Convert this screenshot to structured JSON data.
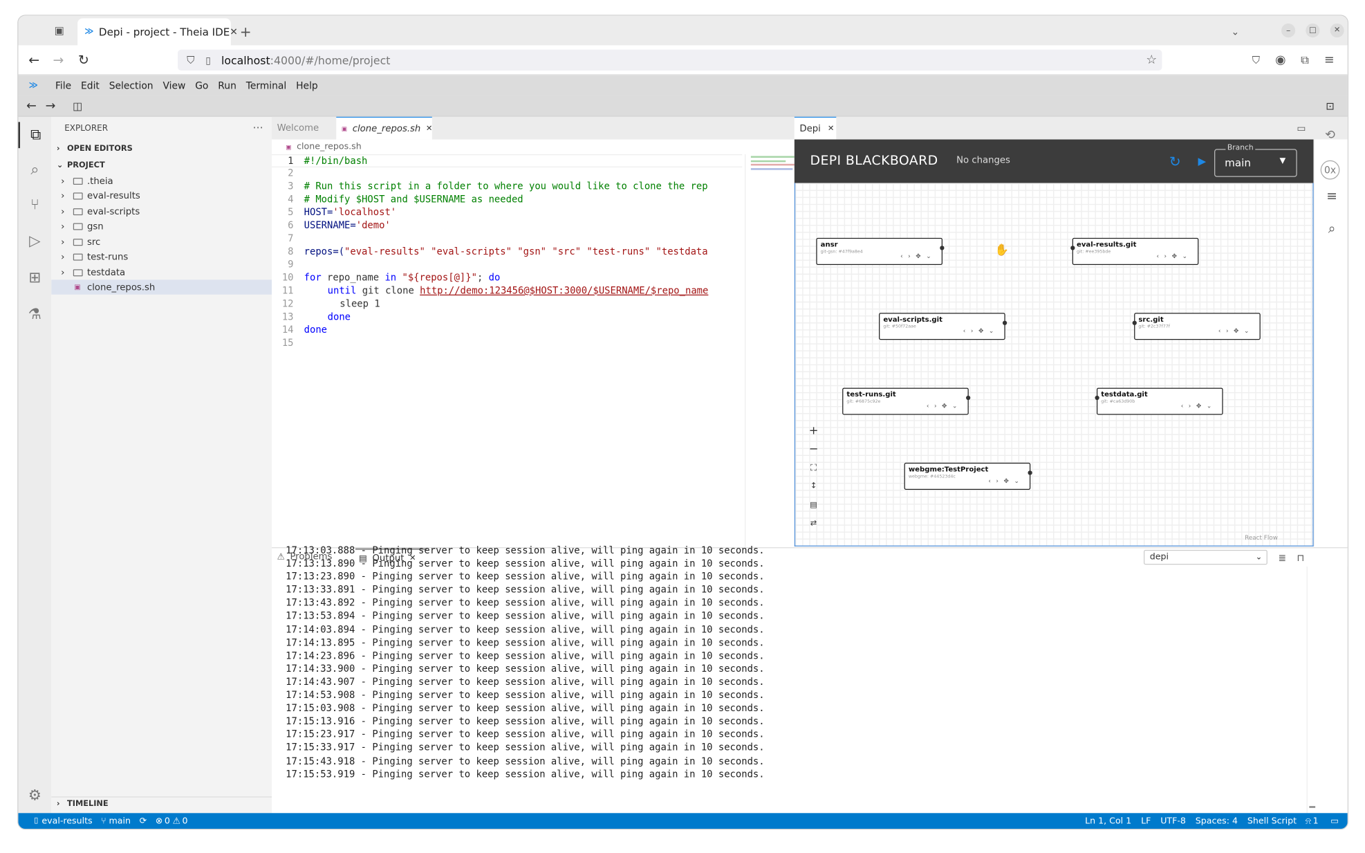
{
  "browser": {
    "tab_title": "Depi - project - Theia IDE",
    "url_host": "localhost",
    "url_rest": ":4000/#/home/project"
  },
  "menu": [
    "File",
    "Edit",
    "Selection",
    "View",
    "Go",
    "Run",
    "Terminal",
    "Help"
  ],
  "explorer": {
    "title": "EXPLORER",
    "open_editors": "OPEN EDITORS",
    "project": "PROJECT",
    "folders": [
      ".theia",
      "eval-results",
      "eval-scripts",
      "gsn",
      "src",
      "test-runs",
      "testdata"
    ],
    "file": "clone_repos.sh",
    "timeline": "TIMELINE"
  },
  "editor": {
    "tabs": [
      "Welcome",
      "clone_repos.sh"
    ],
    "breadcrumb": "clone_repos.sh",
    "line_numbers": [
      "1",
      "2",
      "3",
      "4",
      "5",
      "6",
      "7",
      "8",
      "9",
      "10",
      "11",
      "12",
      "13",
      "14",
      "15"
    ],
    "l1": "#!/bin/bash",
    "l3": "# Run this script in a folder to where you would like to clone the rep",
    "l4": "# Modify $HOST and $USERNAME as needed",
    "l5a": "HOST=",
    "l5b": "'localhost'",
    "l6a": "USERNAME=",
    "l6b": "'demo'",
    "l8a": "repos=(",
    "l8b": "\"eval-results\" \"eval-scripts\" \"gsn\" \"src\" \"test-runs\" \"testdata",
    "l10a": "for",
    "l10b": " repo_name ",
    "l10c": "in",
    "l10d": " \"${repos[@]}\"",
    "l10e": "; ",
    "l10f": "do",
    "l11a": "until",
    "l11b": " git clone ",
    "l11c": "http://demo:123456@",
    "l11d": "$HOST",
    "l11e": ":3000/",
    "l11f": "$USERNAME",
    "l11g": "/",
    "l11h": "$repo_name",
    "l12": "sleep 1",
    "l13": "done",
    "l14": "done"
  },
  "depi": {
    "tab": "Depi",
    "title": "DEPI BLACKBOARD",
    "status": "No changes",
    "branch_label": "Branch",
    "branch_value": "main",
    "footer": "React Flow",
    "nodes": [
      {
        "title": "ansr",
        "sub": "git-gsn: #47f9a8e4"
      },
      {
        "title": "eval-results.git",
        "sub": "git: #ee395bde"
      },
      {
        "title": "eval-scripts.git",
        "sub": "git: #50f72aae"
      },
      {
        "title": "src.git",
        "sub": "git: #2c37f77f"
      },
      {
        "title": "test-runs.git",
        "sub": "git: #6875c92e"
      },
      {
        "title": "testdata.git",
        "sub": "git: #ca63d90b"
      },
      {
        "title": "webgme:TestProject",
        "sub": "webgme: #44523d4c"
      }
    ]
  },
  "panel": {
    "tabs": [
      "Problems",
      "Output"
    ],
    "channel": "depi",
    "logs": [
      "17:13:03.888 - Pinging server to keep session alive, will ping again in 10 seconds.",
      "17:13:13.890 - Pinging server to keep session alive, will ping again in 10 seconds.",
      "17:13:23.890 - Pinging server to keep session alive, will ping again in 10 seconds.",
      "17:13:33.891 - Pinging server to keep session alive, will ping again in 10 seconds.",
      "17:13:43.892 - Pinging server to keep session alive, will ping again in 10 seconds.",
      "17:13:53.894 - Pinging server to keep session alive, will ping again in 10 seconds.",
      "17:14:03.894 - Pinging server to keep session alive, will ping again in 10 seconds.",
      "17:14:13.895 - Pinging server to keep session alive, will ping again in 10 seconds.",
      "17:14:23.896 - Pinging server to keep session alive, will ping again in 10 seconds.",
      "17:14:33.900 - Pinging server to keep session alive, will ping again in 10 seconds.",
      "17:14:43.907 - Pinging server to keep session alive, will ping again in 10 seconds.",
      "17:14:53.908 - Pinging server to keep session alive, will ping again in 10 seconds.",
      "17:15:03.908 - Pinging server to keep session alive, will ping again in 10 seconds.",
      "17:15:13.916 - Pinging server to keep session alive, will ping again in 10 seconds.",
      "17:15:23.917 - Pinging server to keep session alive, will ping again in 10 seconds.",
      "17:15:33.917 - Pinging server to keep session alive, will ping again in 10 seconds.",
      "17:15:43.918 - Pinging server to keep session alive, will ping again in 10 seconds.",
      "17:15:53.919 - Pinging server to keep session alive, will ping again in 10 seconds."
    ]
  },
  "status": {
    "repo": "eval-results",
    "branch": "main",
    "problems": "0",
    "warnings": "0",
    "position": "Ln 1, Col 1",
    "eol": "LF",
    "encoding": "UTF-8",
    "spaces": "Spaces: 4",
    "language": "Shell Script",
    "notifications": "1"
  },
  "colors": {
    "statusbar": "#007acc",
    "accent": "#1e88e5",
    "depi_header": "#3c3c3c"
  }
}
